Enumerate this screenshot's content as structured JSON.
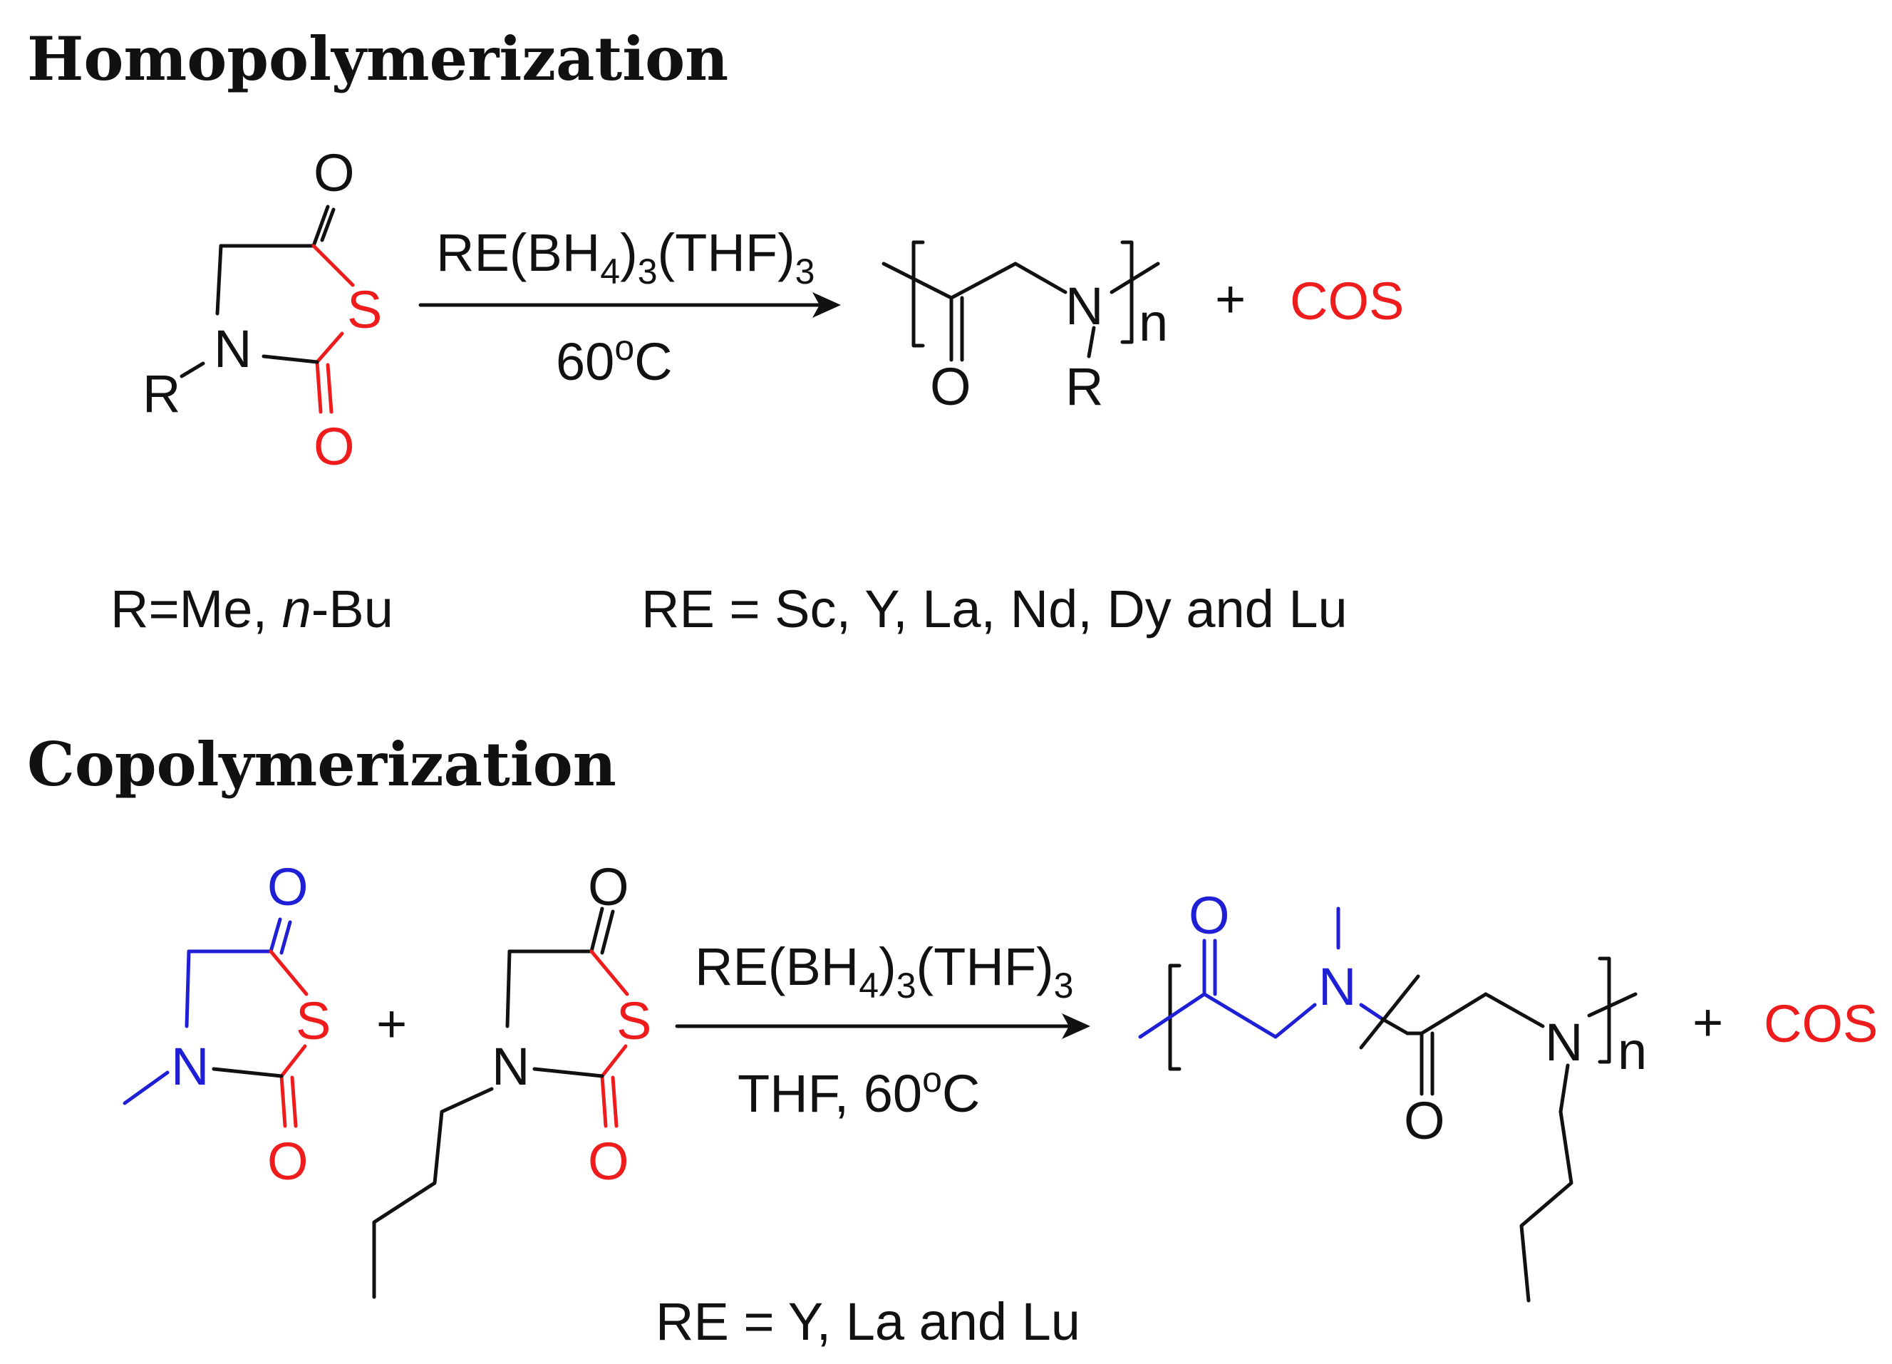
{
  "headings": {
    "homo": "Homopolymerization",
    "co": "Copolymerization"
  },
  "homo": {
    "catalyst_main": "RE(BH",
    "catalyst_sub1": "4",
    "catalyst_mid": ")",
    "catalyst_sub2": "3",
    "catalyst_end": "(THF)",
    "catalyst_sub3": "3",
    "temperature": "60",
    "temperature_sup": "o",
    "temperature_unit": "C",
    "r_note_prefix": "R=Me, ",
    "r_note_italic": "n",
    "r_note_suffix": "-Bu",
    "re_note": "RE = Sc, Y, La, Nd, Dy and Lu",
    "plus": "+",
    "byproduct": "COS"
  },
  "co": {
    "catalyst_main": "RE(BH",
    "catalyst_sub1": "4",
    "catalyst_mid": ")",
    "catalyst_sub2": "3",
    "catalyst_end": "(THF)",
    "catalyst_sub3": "3",
    "solvent_temp": "THF, 60",
    "temperature_sup": "o",
    "temperature_unit": "C",
    "re_note": "RE = Y, La and Lu",
    "plus_reactants": "+",
    "plus_products": "+",
    "byproduct": "COS"
  },
  "atoms": {
    "O": "O",
    "S": "S",
    "N": "N",
    "R": "R",
    "n": "n"
  },
  "colors": {
    "black": "#111111",
    "red": "#ee1c1c",
    "blue": "#1f1fd6"
  }
}
